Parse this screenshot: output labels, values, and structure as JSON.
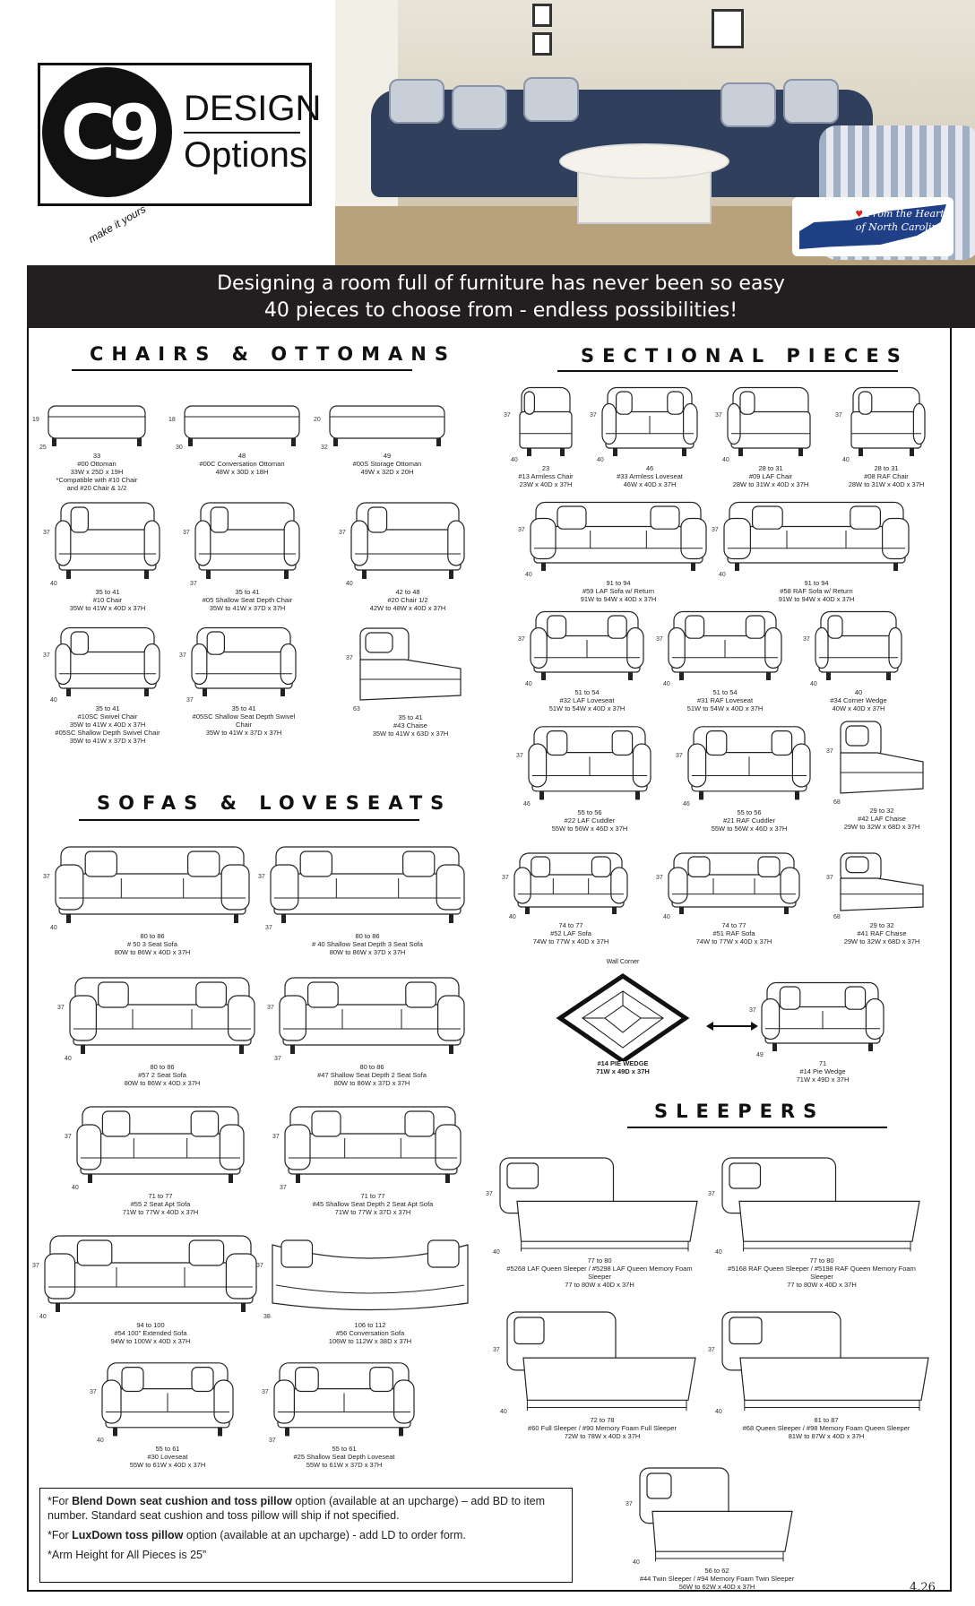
{
  "logo": {
    "mark": "C9",
    "line1": "DESIGN",
    "line2": "Options",
    "tagline": "make it yours"
  },
  "badge": {
    "line1": "From the Heart",
    "line2": "of North Carolina"
  },
  "banner": {
    "line1": "Designing a room full of furniture has never been so easy",
    "line2": "40 pieces to choose from - endless possibilities!"
  },
  "sections": {
    "chairs": "CHAIRS & OTTOMANS",
    "sectional": "SECTIONAL PIECES",
    "sofas": "SOFAS & LOVESEATS",
    "sleepers": "SLEEPERS"
  },
  "chairs": [
    {
      "cap": "#00 Ottoman",
      "cap2": "33W x 25D x 19H",
      "cap3": "*Compatible with #10 Chair",
      "cap4": "and #20 Chair & 1/2",
      "w": "33",
      "h": "19",
      "d": "25"
    },
    {
      "cap": "#00C Conversation Ottoman",
      "cap2": "48W x 30D x 18H",
      "w": "48",
      "h": "18",
      "d": "30"
    },
    {
      "cap": "#00S Storage Ottoman",
      "cap2": "49W x 32D x 20H",
      "w": "49",
      "h": "20",
      "d": "32"
    },
    {
      "cap": "#10 Chair",
      "cap2": "35W to 41W x 40D x 37H",
      "w": "35 to 41",
      "h": "37",
      "d": "40"
    },
    {
      "cap": "#05 Shallow Seat Depth Chair",
      "cap2": "35W to 41W x 37D x 37H",
      "w": "35 to 41",
      "h": "37",
      "d": "37"
    },
    {
      "cap": "#20 Chair 1/2",
      "cap2": "42W to 48W x 40D x 37H",
      "w": "42 to 48",
      "h": "37",
      "d": "40"
    },
    {
      "cap": "#10SC Swivel Chair",
      "cap2": "35W to 41W x 40D x 37H",
      "cap3": "#05SC Shallow Depth Swivel Chair",
      "cap4": "35W to 41W x 37D x 37H",
      "w": "35 to 41",
      "h": "37",
      "d": "40"
    },
    {
      "cap": "#05SC Shallow Seat Depth Swivel Chair",
      "cap2": "35W to 41W x 37D x 37H",
      "w": "35 to 41",
      "h": "37",
      "d": "37"
    },
    {
      "cap": "#43 Chaise",
      "cap2": "35W to 41W x 63D x 37H",
      "w": "35 to 41",
      "h": "37",
      "d": "63"
    }
  ],
  "sofas": [
    {
      "cap": "# 50 3 Seat Sofa",
      "cap2": "80W to 86W x 40D x 37H",
      "w": "80 to 86",
      "h": "37",
      "d": "40"
    },
    {
      "cap": "# 40 Shallow Seat Depth 3 Seat Sofa",
      "cap2": "80W to 86W x 37D x 37H",
      "w": "80 to 86",
      "h": "37",
      "d": "37"
    },
    {
      "cap": "#57 2 Seat Sofa",
      "cap2": "80W to 86W x 40D x 37H",
      "w": "80 to 86",
      "h": "37",
      "d": "40"
    },
    {
      "cap": "#47 Shallow Seat Depth 2 Seat Sofa",
      "cap2": "80W to 86W x 37D x 37H",
      "w": "80 to 86",
      "h": "37",
      "d": "37"
    },
    {
      "cap": "#55 2 Seat Apt Sofa",
      "cap2": "71W to 77W x 40D x 37H",
      "w": "71 to 77",
      "h": "37",
      "d": "40"
    },
    {
      "cap": "#45 Shallow Seat Depth 2 Seat Apt Sofa",
      "cap2": "71W to 77W x 37D x 37H",
      "w": "71 to 77",
      "h": "37",
      "d": "37"
    },
    {
      "cap": "#54 100\" Extended Sofa",
      "cap2": "94W to 100W x 40D x 37H",
      "w": "94 to 100",
      "h": "37",
      "d": "40"
    },
    {
      "cap": "#56 Conversation Sofa",
      "cap2": "106W to 112W x 38D x 37H",
      "w": "106 to 112",
      "h": "37",
      "d": "38"
    },
    {
      "cap": "#30 Loveseat",
      "cap2": "55W to 61W x 40D x 37H",
      "w": "55 to 61",
      "h": "37",
      "d": "40"
    },
    {
      "cap": "#25 Shallow Seat Depth Loveseat",
      "cap2": "55W to 61W x 37D x 37H",
      "w": "55 to 61",
      "h": "37",
      "d": "37"
    }
  ],
  "sectional": [
    {
      "cap": "#13 Armless Chair",
      "cap2": "23W x 40D x 37H",
      "w": "23",
      "h": "37",
      "d": "40"
    },
    {
      "cap": "#33 Armless Loveseat",
      "cap2": "46W x 40D x 37H",
      "w": "46",
      "h": "37",
      "d": "40"
    },
    {
      "cap": "#09 LAF Chair",
      "cap2": "28W to 31W x 40D x 37H",
      "w": "28 to 31",
      "h": "37",
      "d": "40"
    },
    {
      "cap": "#08 RAF Chair",
      "cap2": "28W to 31W x 40D x 37H",
      "w": "28 to 31",
      "h": "37",
      "d": "40"
    },
    {
      "cap": "#59 LAF Sofa w/ Return",
      "cap2": "91W to 94W x 40D x 37H",
      "w": "91 to 94",
      "h": "37",
      "d": "40"
    },
    {
      "cap": "#58 RAF Sofa w/ Return",
      "cap2": "91W to 94W x 40D x 37H",
      "w": "91 to 94",
      "h": "37",
      "d": "40"
    },
    {
      "cap": "#32 LAF Loveseat",
      "cap2": "51W to 54W x 40D x 37H",
      "w": "51 to 54",
      "h": "37",
      "d": "40"
    },
    {
      "cap": "#31 RAF Loveseat",
      "cap2": "51W to 54W x 40D x 37H",
      "w": "51 to 54",
      "h": "37",
      "d": "40"
    },
    {
      "cap": "#34 Corner Wedge",
      "cap2": "40W x 40D x 37H",
      "w": "40",
      "h": "37",
      "d": "40"
    },
    {
      "cap": "#22 LAF Cuddler",
      "cap2": "55W to 56W x 46D x 37H",
      "w": "55 to 56",
      "h": "37",
      "d": "46"
    },
    {
      "cap": "#21 RAF Cuddler",
      "cap2": "55W to 56W x 46D x 37H",
      "w": "55 to 56",
      "h": "37",
      "d": "46"
    },
    {
      "cap": "#42 LAF Chaise",
      "cap2": "29W to 32W x 68D x 37H",
      "w": "29 to 32",
      "h": "37",
      "d": "68"
    },
    {
      "cap": "#52 LAF Sofa",
      "cap2": "74W to 77W x 40D x 37H",
      "w": "74 to 77",
      "h": "37",
      "d": "40"
    },
    {
      "cap": "#51 RAF Sofa",
      "cap2": "74W to 77W x 40D x 37H",
      "w": "74 to 77",
      "h": "37",
      "d": "40"
    },
    {
      "cap": "#41 RAF Chaise",
      "cap2": "29W to 32W x 68D x 37H",
      "w": "29 to 32",
      "h": "37",
      "d": "68"
    },
    {
      "cap": "#14 PIE WEDGE",
      "cap2": "71W x 49D x 37H",
      "wall": "Wall Corner"
    },
    {
      "cap": "#14 Pie Wedge",
      "cap2": "71W x 49D x 37H",
      "w": "71",
      "h": "37",
      "d": "49"
    }
  ],
  "sleepers": [
    {
      "cap": "#5268 LAF Queen Sleeper / #5298 LAF Queen Memory Foam Sleeper",
      "cap2": "77 to 80W x 40D x 37H",
      "w": "77 to 80",
      "h": "37",
      "d": "40"
    },
    {
      "cap": "#5168 RAF Queen Sleeper / #5198 RAF Queen Memory Foam Sleeper",
      "cap2": "77 to 80W x 40D x 37H",
      "w": "77 to 80",
      "h": "37",
      "d": "40"
    },
    {
      "cap": "#60 Full Sleeper / #90 Memory Foam Full Sleeper",
      "cap2": "72W to 78W x 40D x 37H",
      "w": "72 to 78",
      "h": "37",
      "d": "40"
    },
    {
      "cap": "#68 Queen Sleeper / #98 Memory Foam Queen Sleeper",
      "cap2": "81W to 87W x 40D x 37H",
      "w": "81 to 87",
      "h": "37",
      "d": "40"
    },
    {
      "cap": "#44 Twin Sleeper / #94 Memory Foam Twin Sleeper",
      "cap2": "56W to 62W x 40D x 37H",
      "w": "56 to 62",
      "h": "37",
      "d": "40"
    }
  ],
  "footnotes": {
    "n1a": "*For ",
    "n1b": "Blend Down seat cushion and toss pillow",
    "n1c": " option (available at an upcharge) –  add BD to item number. Standard seat cushion and toss pillow will ship if not specified.",
    "n2a": "*For ",
    "n2b": "LuxDown toss pillow",
    "n2c": " option (available at an upcharge) - add LD to order form.",
    "n3": "*Arm Height for All Pieces is 25”"
  },
  "page_number": "4.26",
  "colors": {
    "banner": "#231f20",
    "line": "#111111",
    "sofa_fabric": "#2f3f5c",
    "nc_blue": "#1f3f86"
  }
}
